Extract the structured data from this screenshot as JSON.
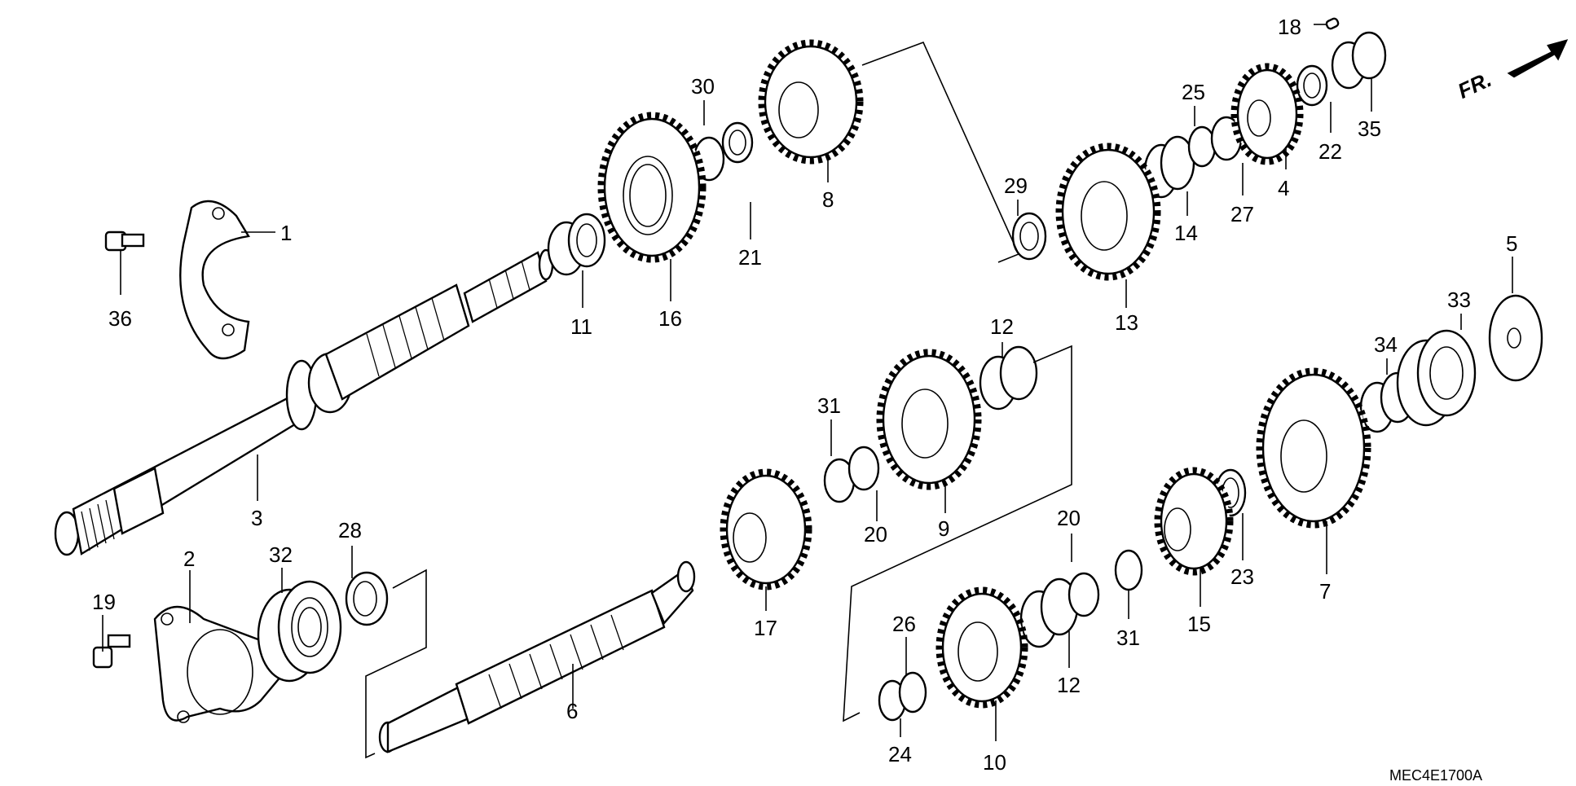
{
  "diagram": {
    "code": "MEC4E1700A",
    "direction_label": "FR.",
    "callouts": [
      {
        "id": "c1",
        "text": "1"
      },
      {
        "id": "c2",
        "text": "2"
      },
      {
        "id": "c3",
        "text": "3"
      },
      {
        "id": "c4",
        "text": "4"
      },
      {
        "id": "c5",
        "text": "5"
      },
      {
        "id": "c6",
        "text": "6"
      },
      {
        "id": "c7",
        "text": "7"
      },
      {
        "id": "c8",
        "text": "8"
      },
      {
        "id": "c9",
        "text": "9"
      },
      {
        "id": "c10",
        "text": "10"
      },
      {
        "id": "c11",
        "text": "11"
      },
      {
        "id": "c12a",
        "text": "12"
      },
      {
        "id": "c12b",
        "text": "12"
      },
      {
        "id": "c13",
        "text": "13"
      },
      {
        "id": "c14",
        "text": "14"
      },
      {
        "id": "c15",
        "text": "15"
      },
      {
        "id": "c16",
        "text": "16"
      },
      {
        "id": "c17",
        "text": "17"
      },
      {
        "id": "c18",
        "text": "18"
      },
      {
        "id": "c19",
        "text": "19"
      },
      {
        "id": "c20a",
        "text": "20"
      },
      {
        "id": "c20b",
        "text": "20"
      },
      {
        "id": "c21",
        "text": "21"
      },
      {
        "id": "c22",
        "text": "22"
      },
      {
        "id": "c23",
        "text": "23"
      },
      {
        "id": "c24",
        "text": "24"
      },
      {
        "id": "c25",
        "text": "25"
      },
      {
        "id": "c26",
        "text": "26"
      },
      {
        "id": "c27",
        "text": "27"
      },
      {
        "id": "c28",
        "text": "28"
      },
      {
        "id": "c29",
        "text": "29"
      },
      {
        "id": "c30",
        "text": "30"
      },
      {
        "id": "c31a",
        "text": "31"
      },
      {
        "id": "c31b",
        "text": "31"
      },
      {
        "id": "c32",
        "text": "32"
      },
      {
        "id": "c33",
        "text": "33"
      },
      {
        "id": "c34",
        "text": "34"
      },
      {
        "id": "c35",
        "text": "35"
      },
      {
        "id": "c36",
        "text": "36"
      }
    ]
  }
}
